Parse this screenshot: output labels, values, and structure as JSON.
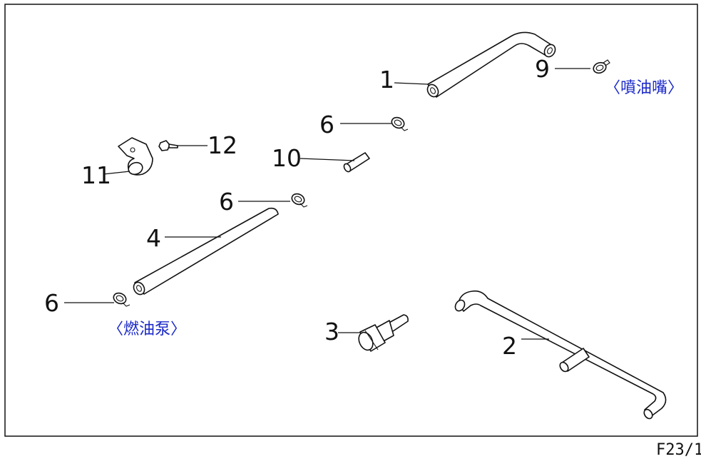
{
  "figure_code": "F23/1",
  "notes": {
    "injector": "〈噴油嘴〉",
    "fuel_pump": "〈燃油泵〉"
  },
  "callouts": {
    "c1": "1",
    "c2": "2",
    "c3": "3",
    "c4": "4",
    "c6a": "6",
    "c6b": "6",
    "c6c": "6",
    "c9": "9",
    "c10": "10",
    "c11": "11",
    "c12": "12"
  }
}
